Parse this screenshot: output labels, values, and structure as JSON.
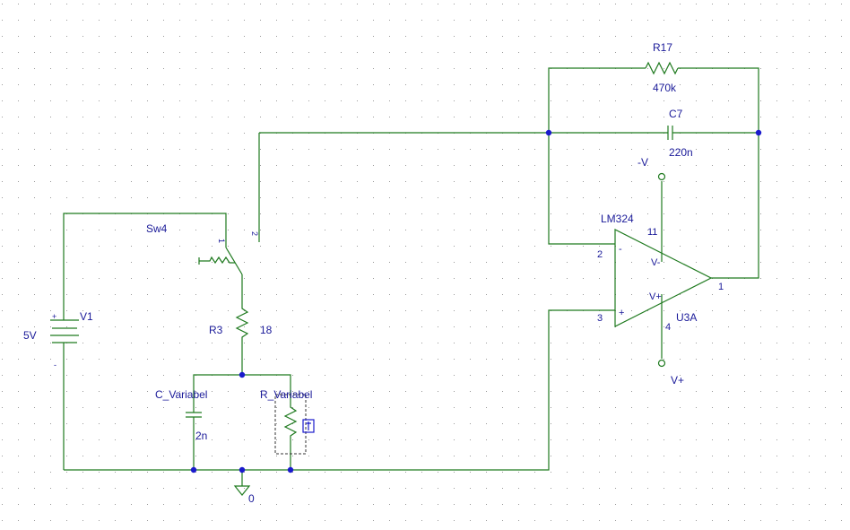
{
  "components": {
    "r17": {
      "ref": "R17",
      "value": "470k"
    },
    "c7": {
      "ref": "C7",
      "value": "220n"
    },
    "neg_supply": {
      "label": "-V"
    },
    "pos_supply": {
      "label": "V+"
    },
    "opamp": {
      "model": "LM324",
      "ref": "U3A",
      "pin_inv": "2",
      "pin_noninv": "3",
      "pin_out": "1",
      "pin_vneg": "11",
      "pin_vpos": "4",
      "sign_inv": "-",
      "sign_noninv": "+",
      "label_vneg": "V-",
      "label_vpos": "V+"
    },
    "switch": {
      "ref": "Sw4",
      "pin1": "1",
      "pin2": "2"
    },
    "r3": {
      "ref": "R3",
      "value": "18"
    },
    "v1": {
      "ref": "V1",
      "value": "5V",
      "plus": "+",
      "minus": "-"
    },
    "c_var": {
      "ref": "C_Variabel",
      "value": "2n"
    },
    "r_var": {
      "ref": "R_Variabel"
    },
    "ground": {
      "label": "0"
    }
  }
}
